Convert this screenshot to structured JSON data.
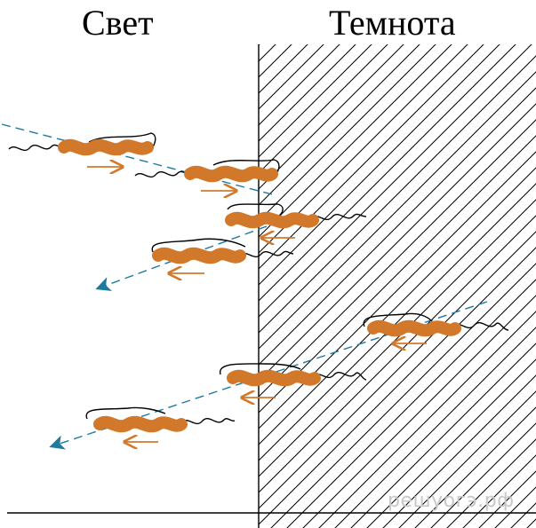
{
  "labels": {
    "light": "Свет",
    "dark": "Темнота"
  },
  "watermark": "решуогэ.рф",
  "colors": {
    "bacterium": "#d2782a",
    "motion_arrow": "#d2782a",
    "trajectory": "#1f7aa0",
    "hatch": "#000000",
    "flagellum": "#000000"
  },
  "icons": {
    "bacterium": "bacterium-icon",
    "motion_arrow": "motion-arrow-icon",
    "trajectory": "trajectory-arrow"
  }
}
